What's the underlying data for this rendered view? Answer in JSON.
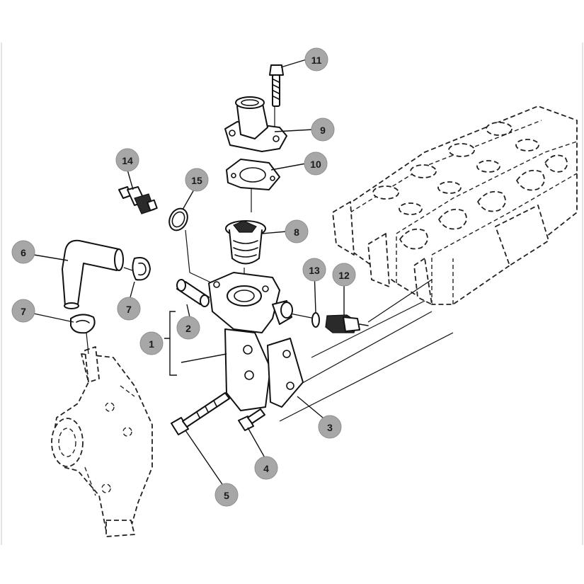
{
  "callouts": [
    {
      "id": "1",
      "label": "1"
    },
    {
      "id": "2",
      "label": "2"
    },
    {
      "id": "3",
      "label": "3"
    },
    {
      "id": "4",
      "label": "4"
    },
    {
      "id": "5",
      "label": "5"
    },
    {
      "id": "6",
      "label": "6"
    },
    {
      "id": "7a",
      "label": "7"
    },
    {
      "id": "7b",
      "label": "7"
    },
    {
      "id": "8",
      "label": "8"
    },
    {
      "id": "9",
      "label": "9"
    },
    {
      "id": "10",
      "label": "10"
    },
    {
      "id": "11",
      "label": "11"
    },
    {
      "id": "12",
      "label": "12"
    },
    {
      "id": "13",
      "label": "13"
    },
    {
      "id": "14",
      "label": "14"
    },
    {
      "id": "15",
      "label": "15"
    }
  ],
  "colors": {
    "bubble_fill": "#a7a7a7",
    "line": "#111111",
    "background": "#ffffff"
  }
}
